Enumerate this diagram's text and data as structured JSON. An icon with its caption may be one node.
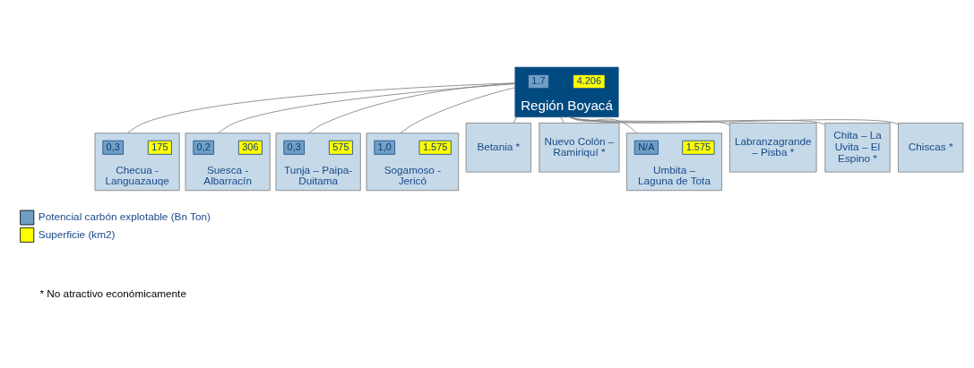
{
  "diagram": {
    "nodes": [
      {
        "text": [
          "Región Boyacá"
        ]
      },
      {
        "text": [
          "1.7"
        ],
        "in": 0
      },
      {
        "text": [
          "4.206"
        ],
        "in": 0
      },
      {
        "text": [
          "Checua - Languazauqe"
        ]
      },
      {
        "text": [
          "0,3"
        ],
        "in": 3
      },
      {
        "text": [
          "175"
        ],
        "in": 3
      },
      {
        "text": [
          "Suesca - Albarracín"
        ]
      },
      {
        "text": [
          "0,2"
        ],
        "in": 6
      },
      {
        "text": [
          "306"
        ],
        "in": 6
      },
      {
        "text": [
          "Tunja – Paipa- Duitama"
        ]
      },
      {
        "text": [
          "0,3"
        ],
        "in": 9
      },
      {
        "text": [
          "575"
        ],
        "in": 9
      },
      {
        "text": [
          "Sogamoso - Jericó"
        ]
      },
      {
        "text": [
          "1,0"
        ],
        "in": 12
      },
      {
        "text": [
          "1.575"
        ],
        "in": 12
      },
      {
        "text": [
          "Betania *"
        ]
      },
      {
        "text": [
          "Nuevo Colón – Ramiriquí *"
        ]
      },
      {
        "text": [
          "Umbita – Laguna de Tota"
        ]
      },
      {
        "text": [
          "N/A"
        ],
        "in": 17
      },
      {
        "text": [
          "1.575"
        ],
        "in": 17
      },
      {
        "text": [
          "Labranzagrande – Pisba *"
        ]
      },
      {
        "text": [
          "Chita – La Uvita – El Espino *"
        ]
      },
      {
        "text": [
          "Chiscas *"
        ]
      }
    ],
    "edges": [
      {
        "from": 0,
        "to": 3,
        "arrow": "none"
      },
      {
        "from": 0,
        "to": 6,
        "arrow": "none"
      },
      {
        "from": 0,
        "to": 9,
        "arrow": "none"
      },
      {
        "from": 0,
        "to": 12,
        "arrow": "none"
      },
      {
        "from": 0,
        "to": 15,
        "arrow": "none"
      },
      {
        "from": 0,
        "to": 16,
        "arrow": "none"
      },
      {
        "from": 0,
        "to": 17,
        "arrow": "none"
      },
      {
        "from": 0,
        "to": 20,
        "arrow": "none"
      },
      {
        "from": 0,
        "to": 21,
        "arrow": "none"
      },
      {
        "from": 0,
        "to": 22,
        "arrow": "none"
      }
    ],
    "labels": [
      "* No atractivo económicamente"
    ],
    "legend": [
      {
        "text": "Potencial carbón explotable (Bn Ton)",
        "color": "#6fa0c4"
      },
      {
        "text": "Superficie (km2)",
        "color": "#ffff00"
      }
    ]
  }
}
